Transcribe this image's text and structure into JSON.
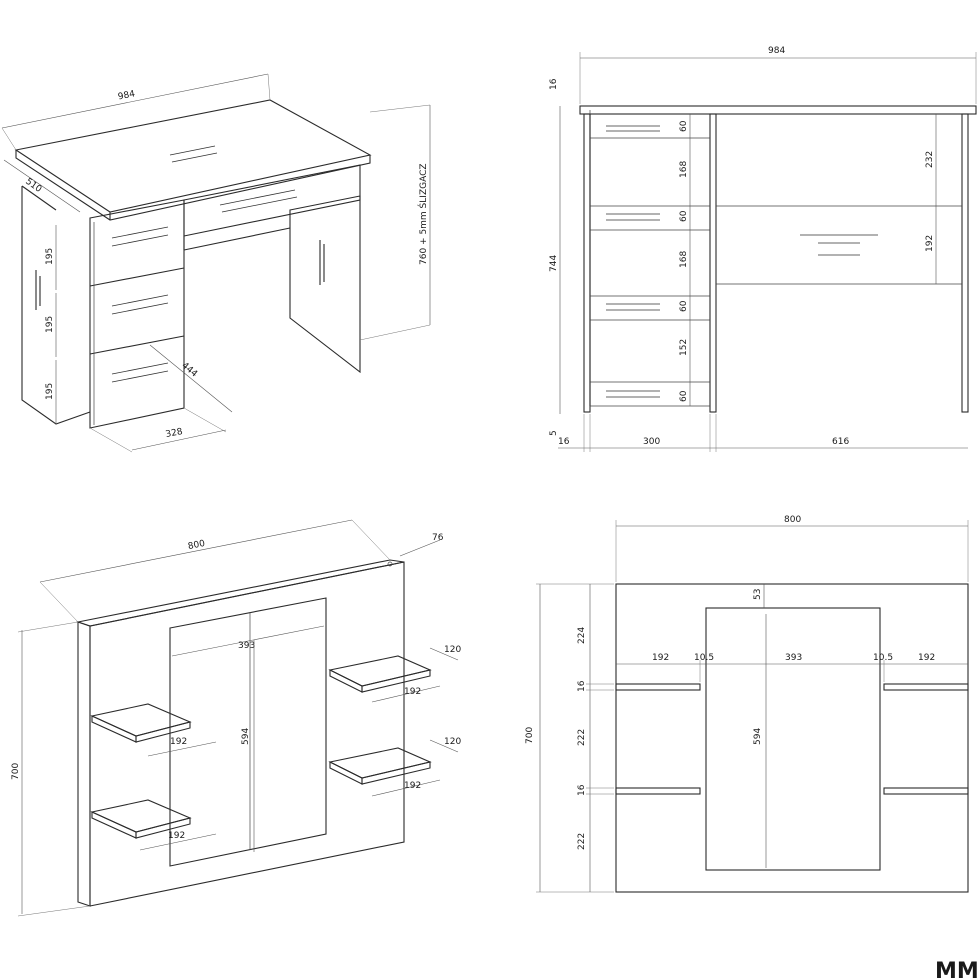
{
  "desk_iso": {
    "width": "984",
    "depth": "510",
    "height": "760 + 5mm ŚLIZGACZ",
    "drawer_h1": "195",
    "drawer_h2": "195",
    "drawer_h3": "195",
    "bottom_w": "328",
    "bottom_d": "444"
  },
  "desk_front": {
    "top_w": "984",
    "top_t": "16",
    "h": "744",
    "foot": "5",
    "leg": "16",
    "left_w": "300",
    "right_w": "616",
    "left_stack": [
      "60",
      "168",
      "60",
      "168",
      "60",
      "152",
      "60"
    ],
    "right_stack": [
      "232",
      "192"
    ]
  },
  "panel_iso": {
    "w": "800",
    "d": "76",
    "h": "700",
    "mirror_w": "393",
    "mirror_h": "594",
    "shelf_d1": "120",
    "shelf_d2": "120",
    "shelf_w1": "192",
    "shelf_w2": "192",
    "shelf_w3": "192",
    "shelf_w4": "192"
  },
  "panel_front": {
    "w": "800",
    "h": "700",
    "top_gap": "53",
    "mirror_w": "393",
    "mirror_h": "594",
    "gap_l": "10.5",
    "gap_r": "10.5",
    "shelf_l": "192",
    "shelf_r": "192",
    "v1": "224",
    "v2": "16",
    "v3": "222",
    "v4": "16",
    "v5": "222"
  },
  "watermark": "MM"
}
